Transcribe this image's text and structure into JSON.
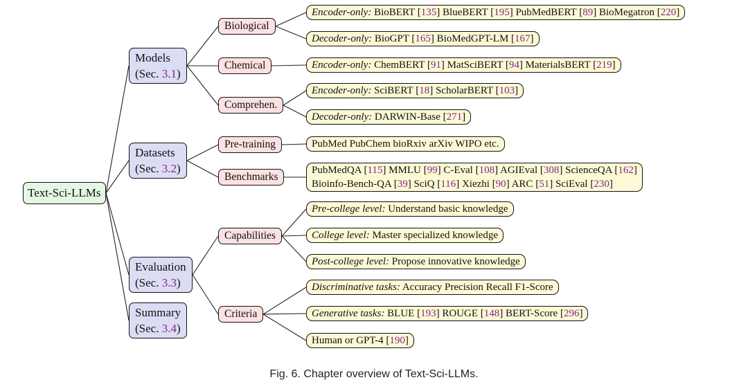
{
  "figure": {
    "caption": "Fig. 6.  Chapter overview of Text-Sci-LLMs.",
    "root": "Text-Sci-LLMs",
    "sections": [
      {
        "title": "Models",
        "sec_prefix": "(Sec. ",
        "sec_num": "3.1",
        "sec_suffix": ")",
        "children": [
          {
            "label": "Biological",
            "leaves": [
              {
                "lead": "Encoder-only:",
                "text": " BioBERT [135]  BlueBERT [195]  PubMedBERT [89]  BioMegatron [220]"
              },
              {
                "lead": "Decoder-only:",
                "text": " BioGPT [165]  BioMedGPT-LM [167]"
              }
            ]
          },
          {
            "label": "Chemical",
            "leaves": [
              {
                "lead": "Encoder-only:",
                "text": " ChemBERT [91] MatSciBERT [94] MaterialsBERT [219]"
              }
            ]
          },
          {
            "label": "Comprehen.",
            "leaves": [
              {
                "lead": "Encoder-only:",
                "text": " SciBERT [18] ScholarBERT [103]"
              },
              {
                "lead": "Decoder-only:",
                "text": " DARWIN-Base [271]"
              }
            ]
          }
        ]
      },
      {
        "title": "Datasets",
        "sec_prefix": "(Sec. ",
        "sec_num": "3.2",
        "sec_suffix": ")",
        "children": [
          {
            "label": "Pre-training",
            "leaves": [
              {
                "lead": "",
                "text": "PubMed  PubChem  bioRxiv  arXiv  WIPO  etc."
              }
            ]
          },
          {
            "label": "Benchmarks",
            "leaves": [
              {
                "lead": "",
                "text": "PubMedQA [115]  MMLU [99]  C-Eval [108]  AGIEval [308] ScienceQA [162]",
                "text2": "Bioinfo-Bench-QA [39]  SciQ [116] Xiezhi [90]  ARC [51]  SciEval [230]"
              }
            ]
          }
        ]
      },
      {
        "title": "Evaluation",
        "sec_prefix": "(Sec. ",
        "sec_num": "3.3",
        "sec_suffix": ")",
        "children": [
          {
            "label": "Capabilities",
            "leaves": [
              {
                "lead": "Pre-college level:",
                "text": " Understand basic knowledge"
              },
              {
                "lead": "College level:",
                "text": " Master specialized knowledge"
              },
              {
                "lead": "Post-college level:",
                "text": " Propose innovative knowledge"
              }
            ]
          },
          {
            "label": "Criteria",
            "leaves": [
              {
                "lead": "Discriminative tasks:",
                "text": " Accuracy  Precision  Recall  F1-Score"
              },
              {
                "lead": "Generative tasks:",
                "text": " BLUE [193]  ROUGE [148]  BERT-Score [296]"
              },
              {
                "lead": "",
                "text": "Human or GPT-4 [190]"
              }
            ]
          }
        ]
      },
      {
        "title": "Summary",
        "sec_prefix": "(Sec. ",
        "sec_num": "3.4",
        "sec_suffix": ")",
        "children": []
      }
    ]
  }
}
